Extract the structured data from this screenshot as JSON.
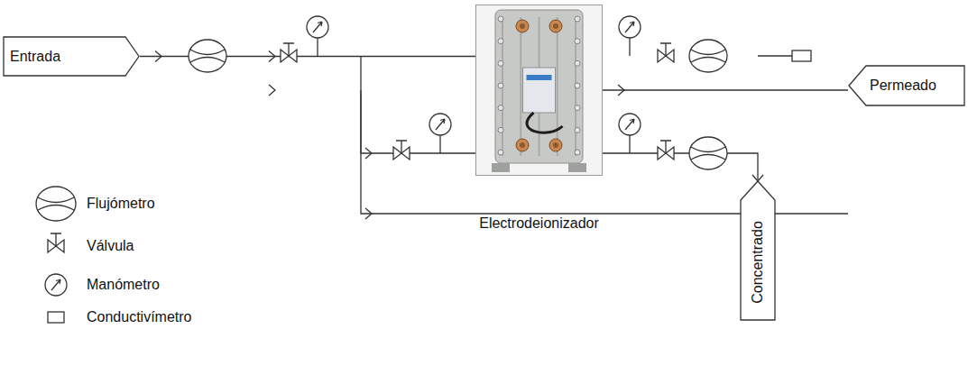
{
  "diagram": {
    "nodes": [
      {
        "text": [
          "Entrada"
        ]
      },
      {
        "text": [
          "Electrodeionizador"
        ]
      },
      {
        "text": [
          "Permeado"
        ]
      },
      {
        "text": [
          "Concentrado"
        ]
      }
    ],
    "edges": [
      {
        "from": 0,
        "to": 1,
        "arrow": "to"
      },
      {
        "from": 1,
        "to": 2,
        "arrow": "to"
      },
      {
        "from": 1,
        "to": 3,
        "arrow": "to"
      }
    ],
    "legend": [
      {
        "text": "Flujómetro"
      },
      {
        "text": "Válvula"
      },
      {
        "text": "Manómetro"
      },
      {
        "text": "Conductivímetro"
      }
    ]
  }
}
